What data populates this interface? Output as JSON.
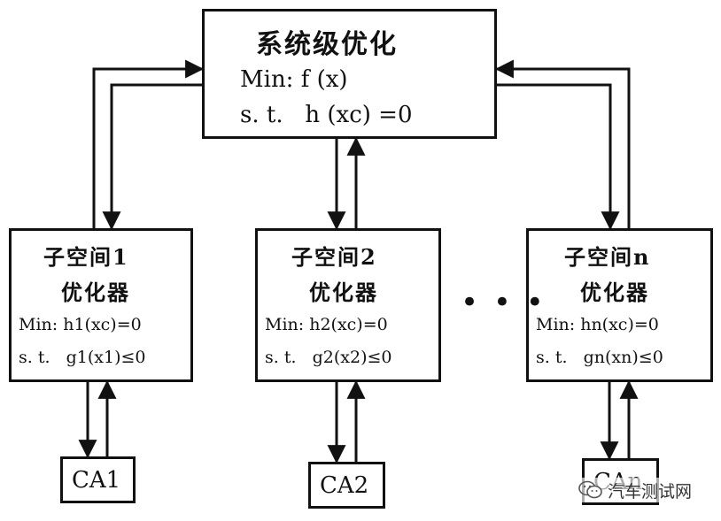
{
  "system": {
    "title": "系统级优化",
    "objective": "Min: f (x)",
    "constraint": "s. t.   h (xc) =0"
  },
  "subspaces": [
    {
      "title": "子空间1",
      "subtitle": "优化器",
      "objective": "Min: h1(xc)=0",
      "constraint": "s. t.   g1(x1)≤0",
      "ca": "CA1"
    },
    {
      "title": "子空间2",
      "subtitle": "优化器",
      "objective": "Min: h2(xc)=0",
      "constraint": "s. t.   g2(x2)≤0",
      "ca": "CA2"
    },
    {
      "title": "子空间n",
      "subtitle": "优化器",
      "objective": "Min: hn(xc)=0",
      "constraint": "s. t.   gn(xn)≤0",
      "ca": "CAn"
    }
  ],
  "ellipsis": "• • •",
  "watermark": {
    "text": "汽车测试网",
    "icon": "wechat-icon"
  }
}
